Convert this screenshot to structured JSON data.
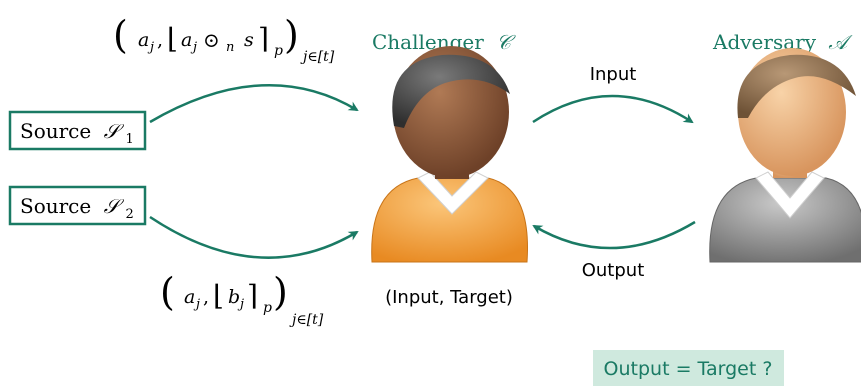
{
  "colors": {
    "accent": "#1a7a64",
    "output_box_bg": "#cfe9de",
    "challenger_shirt": "#f7a94a",
    "challenger_skin": "#8a5a3c",
    "adversary_shirt": "#9a9a9a",
    "adversary_skin": "#f0b98a"
  },
  "challenger": {
    "label": "Challenger",
    "symbol": "𝒞"
  },
  "adversary": {
    "label": "Adversary",
    "symbol": "𝒜"
  },
  "sources": [
    {
      "label": "Source",
      "symbol": "𝒮",
      "subscript": "1"
    },
    {
      "label": "Source",
      "symbol": "𝒮",
      "subscript": "2"
    }
  ],
  "formula_top": {
    "open": "(",
    "a": "a",
    "a_sub": "j",
    "comma": ",",
    "lfloor": "⌊",
    "a2": "a",
    "a2_sub": "j",
    "op": "⊙",
    "op_sub": "n",
    "s": "s",
    "rceil": "⌉",
    "p": "p",
    "close": ")",
    "index": "j∈[t]"
  },
  "formula_bottom": {
    "open": "(",
    "a": "a",
    "a_sub": "j",
    "comma": ",",
    "lfloor": "⌊",
    "b": "b",
    "b_sub": "j",
    "rceil": "⌉",
    "p": "p",
    "close": ")",
    "index": "j∈[t]"
  },
  "arrows": {
    "input_label": "Input",
    "output_label": "Output"
  },
  "challenger_caption": "(Input, Target)",
  "check_box": "Output = Target ?"
}
